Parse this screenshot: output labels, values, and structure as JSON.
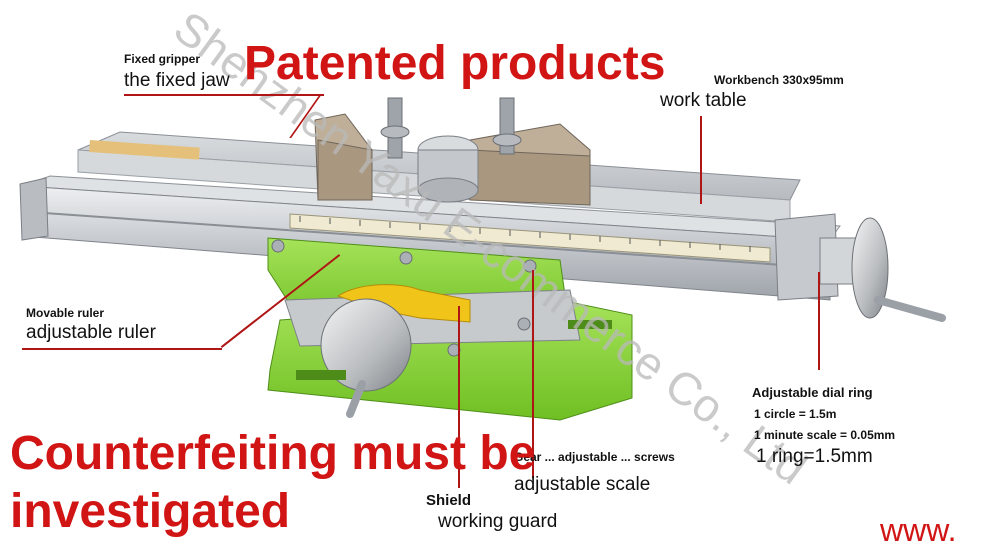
{
  "labels": {
    "fixed_gripper": {
      "title": "Fixed gripper",
      "subtitle": "the fixed jaw"
    },
    "workbench": {
      "title": "Workbench 330x95mm",
      "subtitle": "work table"
    },
    "movable_ruler": {
      "title": "Movable ruler",
      "subtitle": "adjustable ruler"
    },
    "dial_ring": {
      "title": "Adjustable dial ring",
      "line1": "1 circle = 1.5m",
      "line2": "1 minute scale = 0.05mm",
      "subtitle": "1 ring=1.5mm"
    },
    "gear_screws": {
      "title": "Gear ... adjustable ... screws",
      "subtitle": "adjustable scale"
    },
    "shield": {
      "title": "Shield",
      "subtitle": "working guard"
    }
  },
  "overlay": {
    "headline": "Patented products",
    "warning_line1": "Counterfeiting must be",
    "warning_line2": "investigated",
    "corner_text": "www."
  },
  "watermark": "Shenzhen Yaxu E-commerce Co., Ltd",
  "colors": {
    "accent_red": "#d11414",
    "leader_red": "#b01515",
    "base_green": "#8fd43a",
    "metal": "#c8cbcf"
  }
}
